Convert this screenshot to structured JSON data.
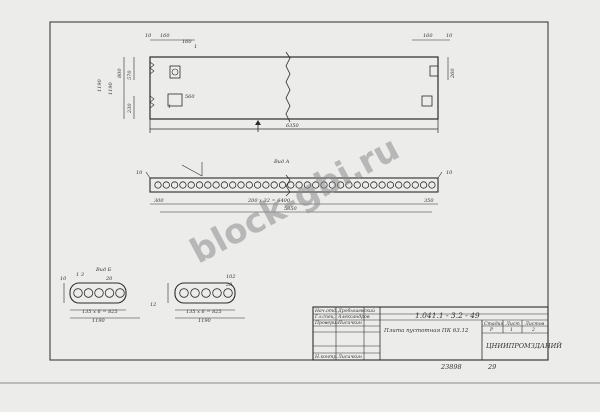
{
  "top_view": {
    "dims": [
      "10",
      "160",
      "160",
      "10",
      "1190",
      "570",
      "230",
      "260",
      "560",
      "160",
      "6350",
      "1",
      "1"
    ],
    "side_labels": [
      "800",
      "1190"
    ]
  },
  "view_a": {
    "title": "Вид А",
    "dims": [
      "10",
      "300",
      "200 x 32 = 6400",
      "5850",
      "350",
      "10"
    ]
  },
  "view_b": {
    "title": "Вид Б",
    "dims": [
      "135 x 6 = 825",
      "1190",
      "1 3",
      "20",
      "10"
    ]
  },
  "view_c": {
    "dims": [
      "135 x 6 = 825",
      "1190",
      "102",
      "20",
      "12"
    ]
  },
  "title_block": {
    "designation": "1.041.1 - 3.2 - 49",
    "name": "Плита пустотная ПК 63.12",
    "org": "ЦНИИПРОМЗДАНИЙ",
    "roles": [
      "Нач.отд.",
      "Гл.спец.",
      "Проверил",
      "Н.контр."
    ],
    "names": [
      "Дробышевский",
      "Александров",
      "Лисичкин",
      "Лисичкин"
    ],
    "stage_headers": [
      "Стадия",
      "Лист",
      "Листов"
    ],
    "stage_values": [
      "Р",
      "1",
      "2"
    ]
  },
  "footer": {
    "sheet_number": "23898",
    "page": "29"
  },
  "watermark": "block-gbi.ru"
}
